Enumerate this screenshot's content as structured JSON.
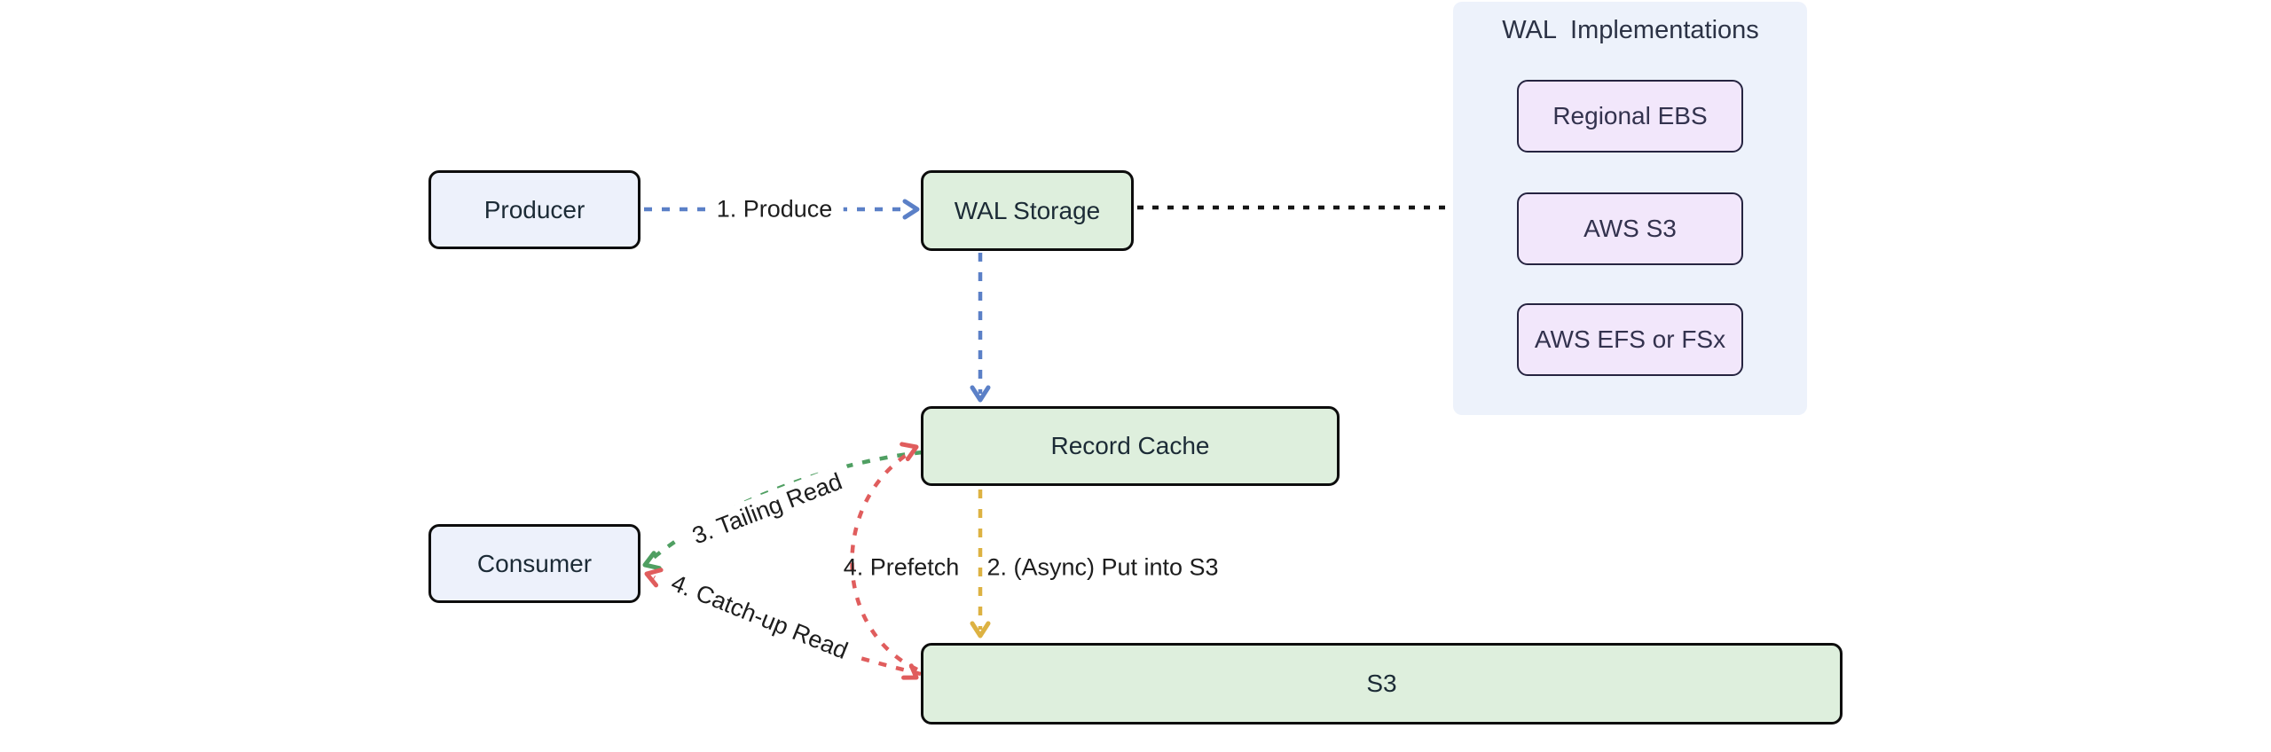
{
  "diagram": {
    "nodes": [
      {
        "id": "producer",
        "label": "Producer",
        "shape": "rounded-rect",
        "fill": "lavender"
      },
      {
        "id": "wal-storage",
        "label": "WAL Storage",
        "shape": "rounded-rect",
        "fill": "green"
      },
      {
        "id": "record-cache",
        "label": "Record Cache",
        "shape": "rounded-rect",
        "fill": "green"
      },
      {
        "id": "consumer",
        "label": "Consumer",
        "shape": "rounded-rect",
        "fill": "lavender"
      },
      {
        "id": "s3",
        "label": "S3",
        "shape": "rounded-rect",
        "fill": "green"
      }
    ],
    "subgraph": {
      "title": "WAL  Implementations",
      "items": [
        {
          "id": "regional-ebs",
          "label": "Regional EBS"
        },
        {
          "id": "aws-s3",
          "label": "AWS S3"
        },
        {
          "id": "aws-efs-or-fsx",
          "label": "AWS EFS or FSx"
        }
      ]
    },
    "edges": [
      {
        "from": "Producer",
        "to": "WAL Storage",
        "label": "1. Produce",
        "color": "blue",
        "style": "dashed",
        "arrowhead": "to"
      },
      {
        "from": "WAL Storage",
        "to": "Record Cache",
        "label": "",
        "color": "blue",
        "style": "dashed",
        "arrowhead": "to"
      },
      {
        "from": "WAL Storage",
        "to": "WAL Implementations",
        "label": "",
        "color": "black",
        "style": "dotted",
        "arrowhead": "none"
      },
      {
        "from": "Record Cache",
        "to": "S3",
        "label": "2. (Async) Put into S3",
        "color": "orange",
        "style": "dashed",
        "arrowhead": "to"
      },
      {
        "from": "Record Cache",
        "to": "Consumer",
        "label": "3. Tailing Read",
        "color": "green",
        "style": "dashed",
        "arrowhead": "to"
      },
      {
        "from": "S3",
        "to": "Consumer",
        "label": "4. Catch-up Read",
        "color": "red",
        "style": "dashed",
        "arrowhead": "both"
      },
      {
        "from": "S3",
        "to": "Record Cache",
        "label": "4. Prefetch",
        "color": "red",
        "style": "dashed",
        "arrowhead": "to"
      }
    ],
    "colors": {
      "background": "#ffffff",
      "node_green_fill": "#deefdd",
      "node_blue_fill": "#edf1fb",
      "node_border": "#0d0d0d",
      "panel_fill": "#edf2fb",
      "impl_fill": "#f2e7fb",
      "impl_border": "#262440",
      "edge_blue": "#5b80c7",
      "edge_green": "#4f9f62",
      "edge_red": "#e05d5d",
      "edge_orange": "#ddb242",
      "edge_black": "#161616",
      "text_dark": "#1c2b36",
      "label_text": "#1d1d1d"
    }
  }
}
